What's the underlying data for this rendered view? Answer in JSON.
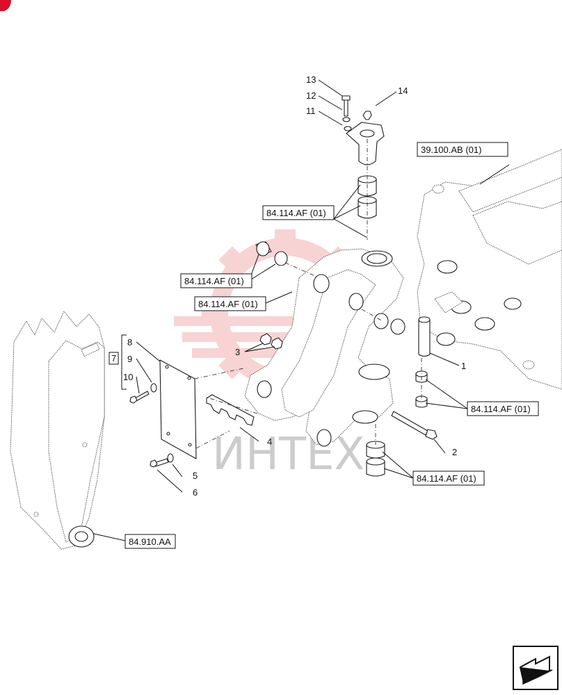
{
  "watermark": {
    "text": "ИНТЕХ",
    "color": "#e23c3c"
  },
  "corner_mark_color": "#d8102a",
  "callouts": [
    "1",
    "2",
    "3",
    "4",
    "5",
    "6",
    "7",
    "8",
    "9",
    "10",
    "11",
    "12",
    "13",
    "14"
  ],
  "references": {
    "frame": "39.100.AB (01)",
    "upper_bushings": "84.114.AF (01)",
    "side_bushings": "84.114.AF (01)",
    "bracket": "84.114.AF (01)",
    "pin_bushings": "84.114.AF (01)",
    "lower_bushings": "84.114.AF (01)",
    "boom": "84.910.AA"
  },
  "nav_icon": "next-page-arrow-icon"
}
